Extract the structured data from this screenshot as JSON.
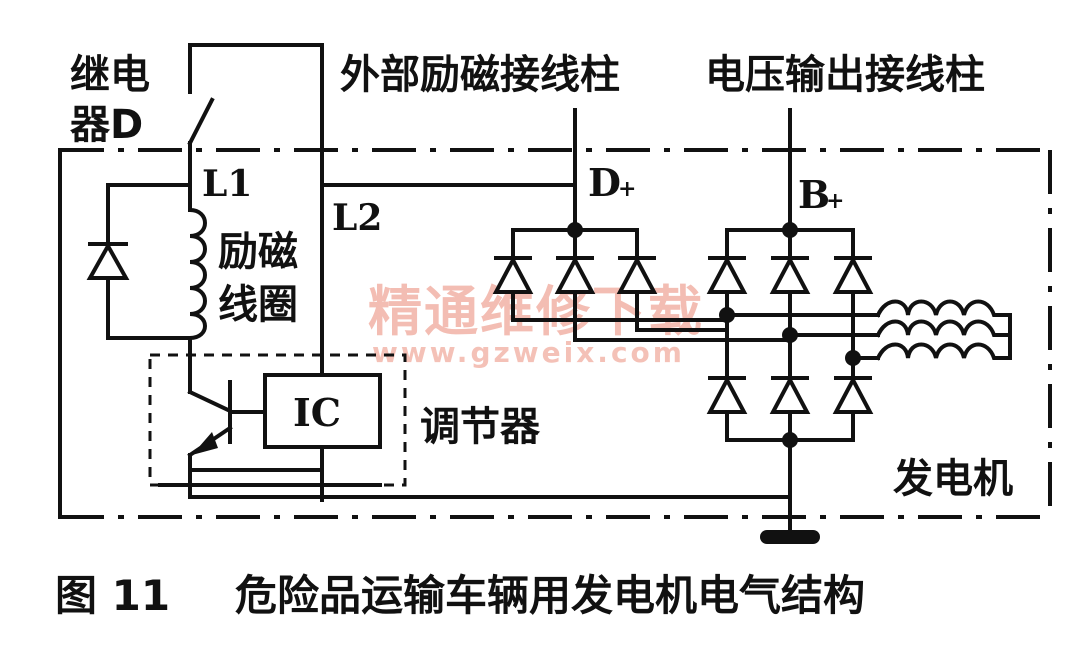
{
  "labels": {
    "relay_line1": "继电",
    "relay_line2": "器D",
    "external_excitation_terminal": "外部励磁接线柱",
    "voltage_output_terminal": "电压输出接线柱",
    "l1": "L1",
    "l2": "L2",
    "d_plus": "D",
    "d_plus_sub": "+",
    "b_plus": "B",
    "b_plus_sub": "+",
    "field_coil_line1": "励磁",
    "field_coil_line2": "线圈",
    "ic": "IC",
    "regulator": "调节器",
    "generator": "发电机"
  },
  "caption": {
    "figure_number": "图 11",
    "text": "危险品运输车辆用发电机电气结构"
  },
  "watermark": {
    "text": "精通维修下载",
    "url": "www.gzweix.com",
    "color": "#f0a89a"
  },
  "colors": {
    "line": "#111111",
    "background": "#ffffff"
  }
}
